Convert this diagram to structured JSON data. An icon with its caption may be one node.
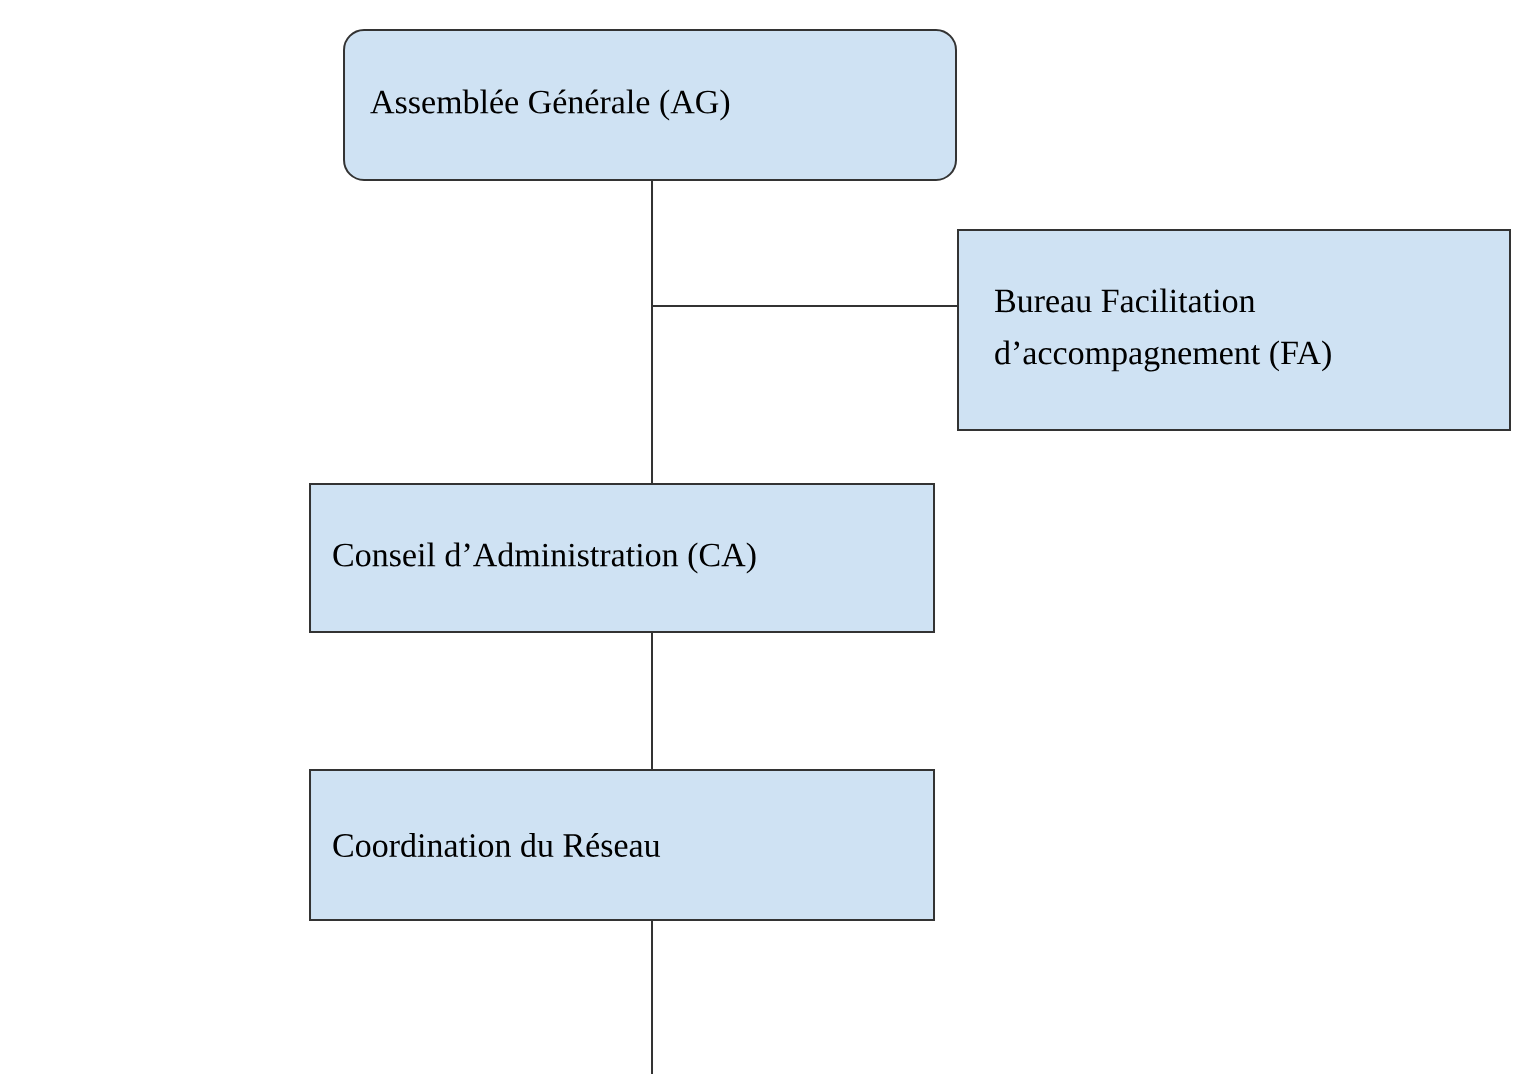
{
  "diagram": {
    "nodes": [
      {
        "text": [
          "Assemblée Générale (AG)"
        ]
      },
      {
        "text": [
          "Bureau Facilitation d’accompagnement (FA)"
        ]
      },
      {
        "text": [
          "Conseil d’Administration (CA)"
        ]
      },
      {
        "text": [
          "Coordination du Réseau"
        ]
      }
    ],
    "edges": [
      {
        "from": 0,
        "to": 2,
        "arrow": "none"
      },
      {
        "from": 0,
        "to": 1,
        "arrow": "none"
      },
      {
        "from": 2,
        "to": 3,
        "arrow": "none"
      },
      {
        "from": 3,
        "to": null,
        "arrow": "none"
      }
    ]
  }
}
